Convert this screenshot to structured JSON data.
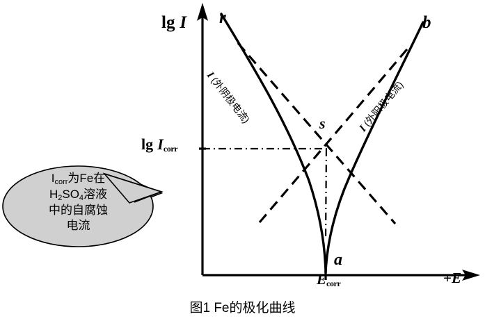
{
  "figure": {
    "caption": "图1 Fe的极化曲线",
    "axes": {
      "y_label_prefix": "lg",
      "y_label_var": "I",
      "y_tick_prefix": "lg",
      "y_tick_var": "I",
      "y_tick_sub": "corr",
      "x_label_plus": "+",
      "x_label_var": "E",
      "x_tick_var": "E",
      "x_tick_sub": "corr"
    },
    "points": {
      "r": "r",
      "b": "b",
      "s": "s",
      "a": "a"
    },
    "curve_labels": {
      "left_var": "I",
      "left_text": " (外阴极电流)",
      "right_var": "I",
      "right_text": " (外阳极电流)"
    },
    "annotation_bubble": {
      "line1_var": "I",
      "line1_sub": "corr",
      "line1_rest": "为Fe在",
      "line2_a": "H",
      "line2_sub1": "2",
      "line2_b": "SO",
      "line2_sub2": "4",
      "line2_rest": "溶液",
      "line3": "中的自腐蚀",
      "line4": "电流",
      "fill_color": "#d0d0d0",
      "stroke_color": "#000000"
    },
    "colors": {
      "background": "#ffffff",
      "ink": "#000000"
    }
  }
}
